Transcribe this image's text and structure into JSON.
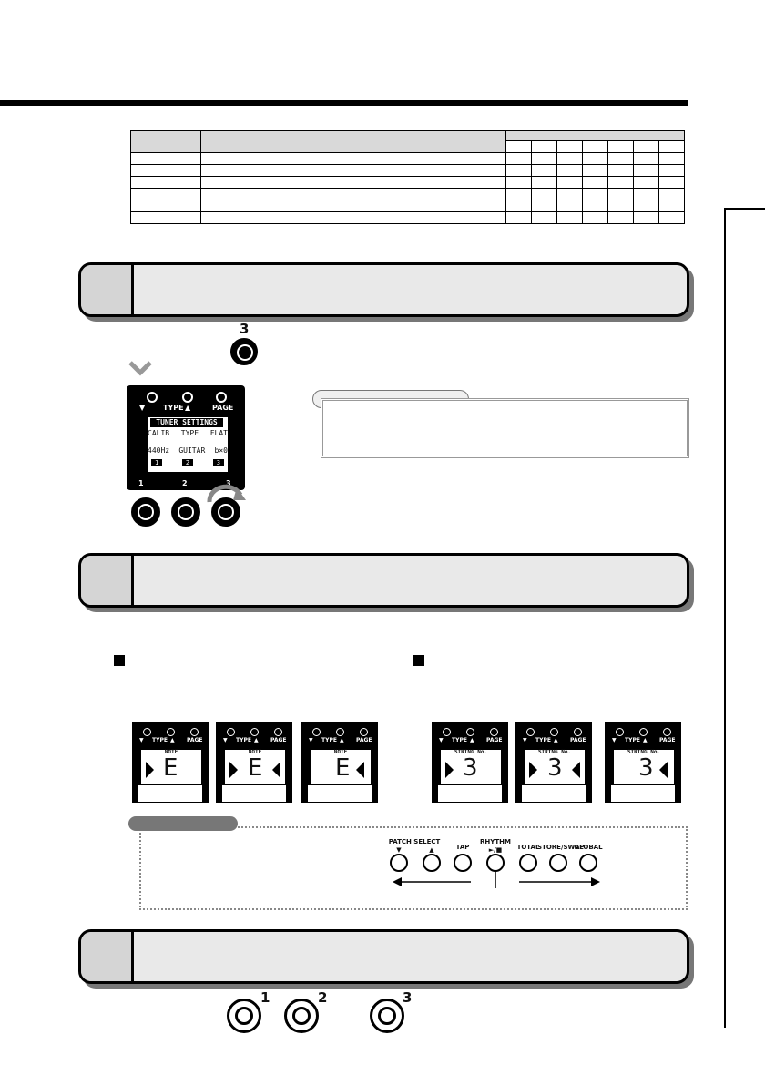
{
  "lcd": {
    "led_labels": [
      "▼",
      "TYPE",
      "▲",
      "PAGE"
    ],
    "title": "TUNER SETTINGS",
    "header_row": [
      "CALIB",
      "TYPE",
      "FLAT"
    ],
    "value_row": [
      "440Hz",
      "GUITAR",
      "b×0"
    ],
    "soft_keys": [
      "1",
      "2",
      "3"
    ],
    "below_keys": [
      "1",
      "2",
      "3"
    ]
  },
  "step1_knob_number": "3",
  "mini_screens": {
    "led_labels": [
      "▼",
      "TYPE",
      "▲",
      "PAGE"
    ],
    "note_label": "NOTE",
    "string_label": "STRING No.",
    "note_value": "E",
    "string_value": "3"
  },
  "pedalboard": {
    "patch_select": "PATCH SELECT",
    "down": "▼",
    "up": "▲",
    "tap": "TAP",
    "rhythm": "RHYTHM",
    "rhythm_sub": "►/■",
    "total": "TOTAL",
    "store_swap": "STORE/SWAP",
    "global": "GLOBAL"
  },
  "footswitch_numbers": [
    "1",
    "2",
    "3"
  ]
}
